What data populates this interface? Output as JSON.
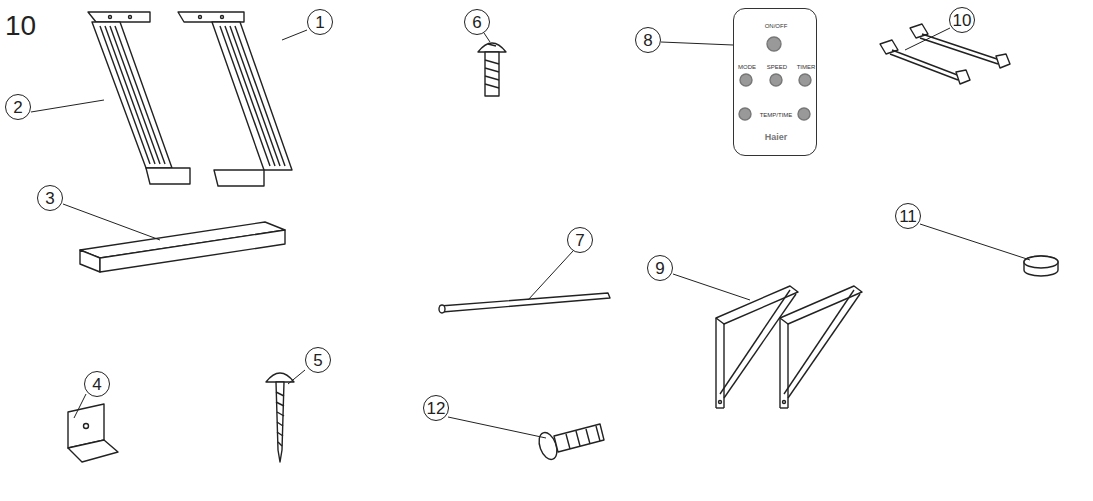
{
  "diagram": {
    "nodes": [
      {
        "text": [
          "1"
        ]
      },
      {
        "text": [
          "2"
        ]
      },
      {
        "text": [
          "3"
        ]
      },
      {
        "text": [
          "4"
        ]
      },
      {
        "text": [
          "5"
        ]
      },
      {
        "text": [
          "6"
        ]
      },
      {
        "text": [
          "7"
        ]
      },
      {
        "text": [
          "8"
        ]
      },
      {
        "text": [
          "9"
        ]
      },
      {
        "text": [
          "10"
        ]
      },
      {
        "text": [
          "11"
        ]
      },
      {
        "text": [
          "12"
        ]
      },
      {
        "text": [
          "ON/OFF",
          "MODE",
          "SPEED",
          "TIMER",
          "TEMP/TIME",
          "Haier"
        ]
      }
    ],
    "labels": [
      "10"
    ]
  }
}
